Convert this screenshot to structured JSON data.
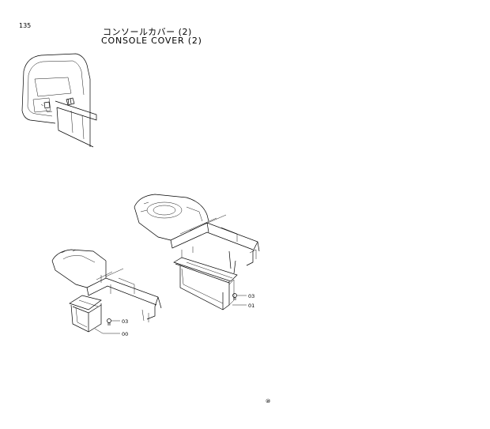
{
  "page_number": "135",
  "title_jp": "コンソールカバー (2)",
  "title_en": "CONSOLE COVER (2)",
  "callouts": {
    "right_screw": "03",
    "right_cover": "01",
    "left_screw": "03",
    "left_cover": "00"
  },
  "footer_marker": "⑩"
}
